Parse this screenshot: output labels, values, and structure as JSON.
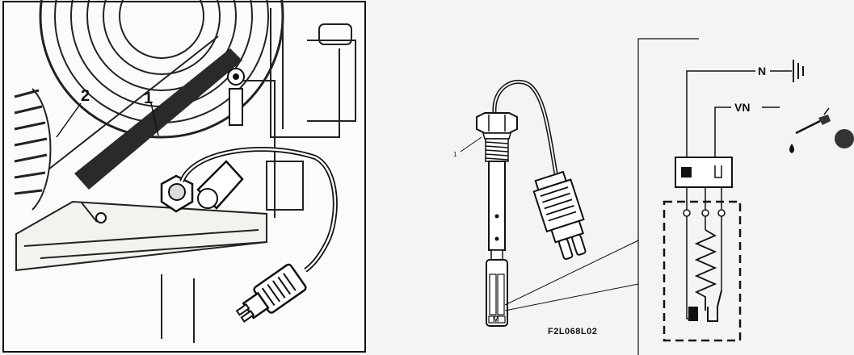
{
  "left_panel": {
    "callouts": [
      {
        "id": "callout-1",
        "text": "1"
      },
      {
        "id": "callout-2",
        "text": "2"
      }
    ]
  },
  "middle_panel": {
    "callout": "1",
    "part_letter": "M",
    "figure_code": "F2L068L02"
  },
  "right_panel": {
    "terminal_n": "N",
    "terminal_vn": "VN"
  }
}
